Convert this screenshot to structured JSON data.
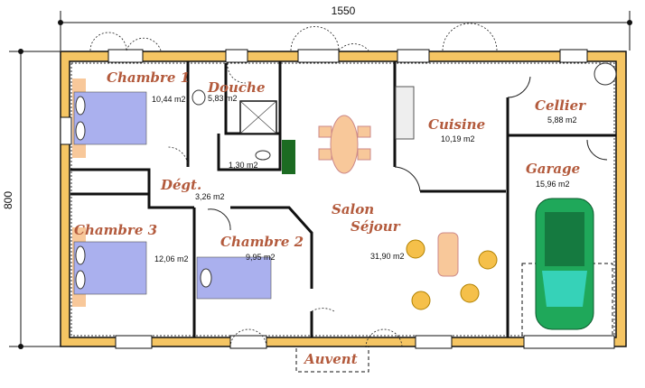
{
  "dimensions": {
    "width": "1550",
    "height": "800"
  },
  "rooms": {
    "chambre1": {
      "label": "Chambre 1",
      "area": "10,44 m2"
    },
    "douche": {
      "label": "Douche",
      "area": "5,83 m2"
    },
    "wc": {
      "area": "1,30 m2"
    },
    "degt": {
      "label": "Dégt.",
      "area": "3,26 m2"
    },
    "chambre3": {
      "label": "Chambre 3",
      "area": "12,06 m2"
    },
    "chambre2": {
      "label": "Chambre 2",
      "area": "9,95 m2"
    },
    "salon": {
      "label1": "Salon",
      "label2": "Séjour",
      "area": "31,90 m2"
    },
    "cuisine": {
      "label": "Cuisine",
      "area": "10,19 m2"
    },
    "cellier": {
      "label": "Cellier",
      "area": "5,88 m2"
    },
    "garage": {
      "label": "Garage",
      "area": "15,96 m2"
    },
    "auvent": {
      "label": "Auvent"
    }
  },
  "colors": {
    "wall": "#f5c563",
    "label": "#b35a3c",
    "bed": "#aab0ee",
    "furniture": "#f8c89a",
    "car": "#1fa85a"
  }
}
